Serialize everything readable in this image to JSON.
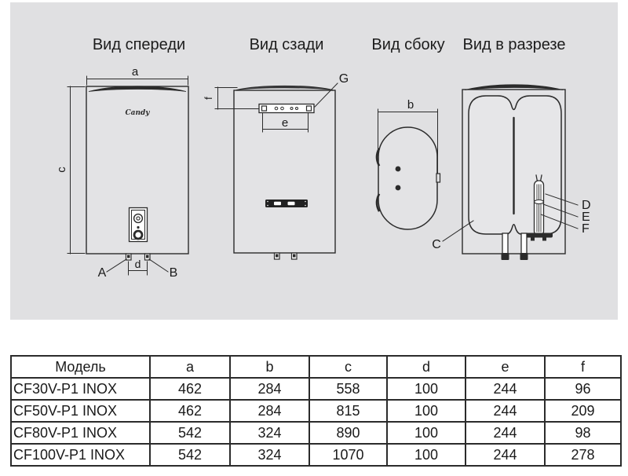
{
  "colors": {
    "panel_background": "#e0e0e2",
    "line": "#2b2b2b",
    "text": "#1a1a1a"
  },
  "diagram": {
    "front": {
      "title": "Вид спереди",
      "logo": "Candy",
      "dim_width": "a",
      "dim_height": "c",
      "dim_pipe_distance": "d",
      "label_pipe_left": "A",
      "label_pipe_right": "B"
    },
    "back": {
      "title": "Вид сзади",
      "dim_bracket_offset": "f",
      "dim_bracket_width": "e",
      "label_bracket": "G"
    },
    "side": {
      "title": "Вид сбоку",
      "dim_depth": "b"
    },
    "section": {
      "title": "Вид в разрезе",
      "label_c": "C",
      "label_d": "D",
      "label_e": "E",
      "label_f": "F"
    }
  },
  "table": {
    "headers": [
      "Модель",
      "a",
      "b",
      "c",
      "d",
      "e",
      "f"
    ],
    "rows": [
      [
        "CF30V-P1 INOX",
        "462",
        "284",
        "558",
        "100",
        "244",
        "96"
      ],
      [
        "CF50V-P1 INOX",
        "462",
        "284",
        "815",
        "100",
        "244",
        "209"
      ],
      [
        "CF80V-P1 INOX",
        "542",
        "324",
        "890",
        "100",
        "244",
        "98"
      ],
      [
        "CF100V-P1 INOX",
        "542",
        "324",
        "1070",
        "100",
        "244",
        "278"
      ]
    ]
  }
}
